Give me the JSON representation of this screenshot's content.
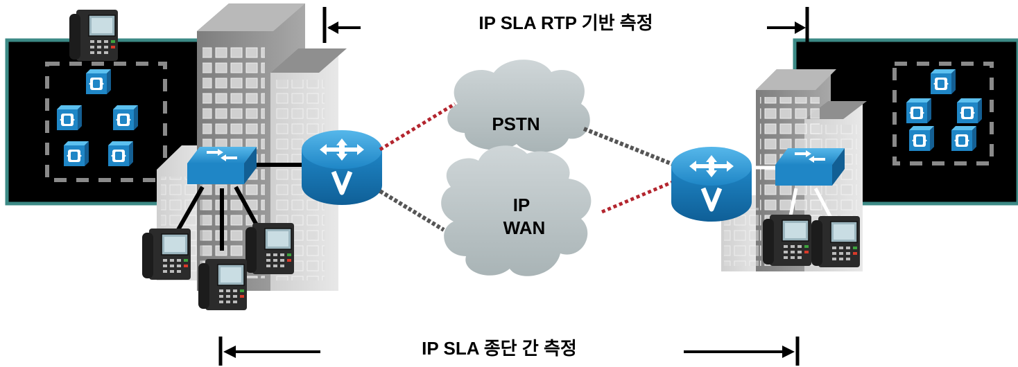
{
  "top_measure": {
    "label": "IP SLA RTP 기반 측정"
  },
  "bottom_measure": {
    "label": "IP SLA 종단 간 측정"
  },
  "clouds": {
    "pstn": {
      "label": "PSTN"
    },
    "ipwan": {
      "label_line1": "IP",
      "label_line2": "WAN"
    }
  },
  "icons": {
    "left_site_building": "office-building-icon",
    "right_site_building": "office-building-icon",
    "router": "voice-router-icon",
    "switch": "workgroup-switch-icon",
    "ip_phone": "ip-phone-icon",
    "cluster": "call-manager-cluster-icon"
  },
  "colors": {
    "panel": "#000000",
    "panel_border": "#3c8a86",
    "device_blue": "#2b9ad8",
    "cloud": "#b9c3c5",
    "pstn_link": "#b3252e",
    "wan_link": "#555555"
  }
}
